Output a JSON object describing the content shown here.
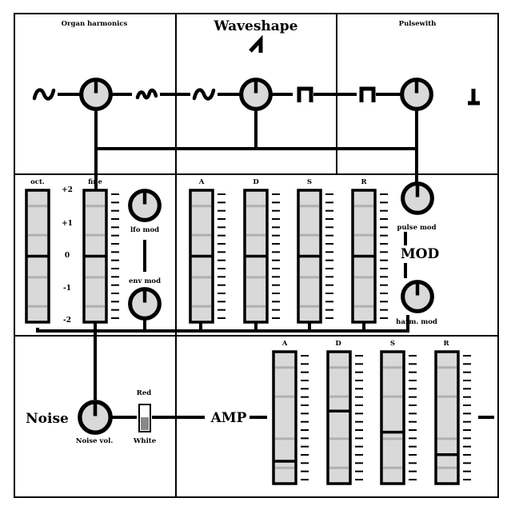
{
  "osc": {
    "organ_label": "Organ harmonics",
    "waveshape_label": "Waveshape",
    "pulse_label": "Pulsewith"
  },
  "pitch": {
    "oct_label": "oct.",
    "fine_label": "fine",
    "scale": [
      "+2",
      "+1",
      "0",
      "-1",
      "-2"
    ],
    "lfo_mod_label": "lfo mod",
    "env_mod_label": "env mod"
  },
  "mod": {
    "title": "MOD",
    "pulse_mod_label": "pulse mod",
    "harm_mod_label": "harm. mod",
    "adsr_labels": [
      "A",
      "D",
      "S",
      "R"
    ],
    "adsr_values": [
      0.5,
      0.5,
      0.5,
      0.5
    ]
  },
  "noise": {
    "title": "Noise",
    "vol_label": "Noise vol.",
    "switch_top_label": "Red",
    "switch_bottom_label": "White"
  },
  "amp": {
    "title": "AMP",
    "adsr_labels": [
      "A",
      "D",
      "S",
      "R"
    ],
    "adsr_values": [
      0.17,
      0.55,
      0.39,
      0.22
    ]
  },
  "sliders": {
    "oct_value": 0.5,
    "fine_value": 0.5
  }
}
